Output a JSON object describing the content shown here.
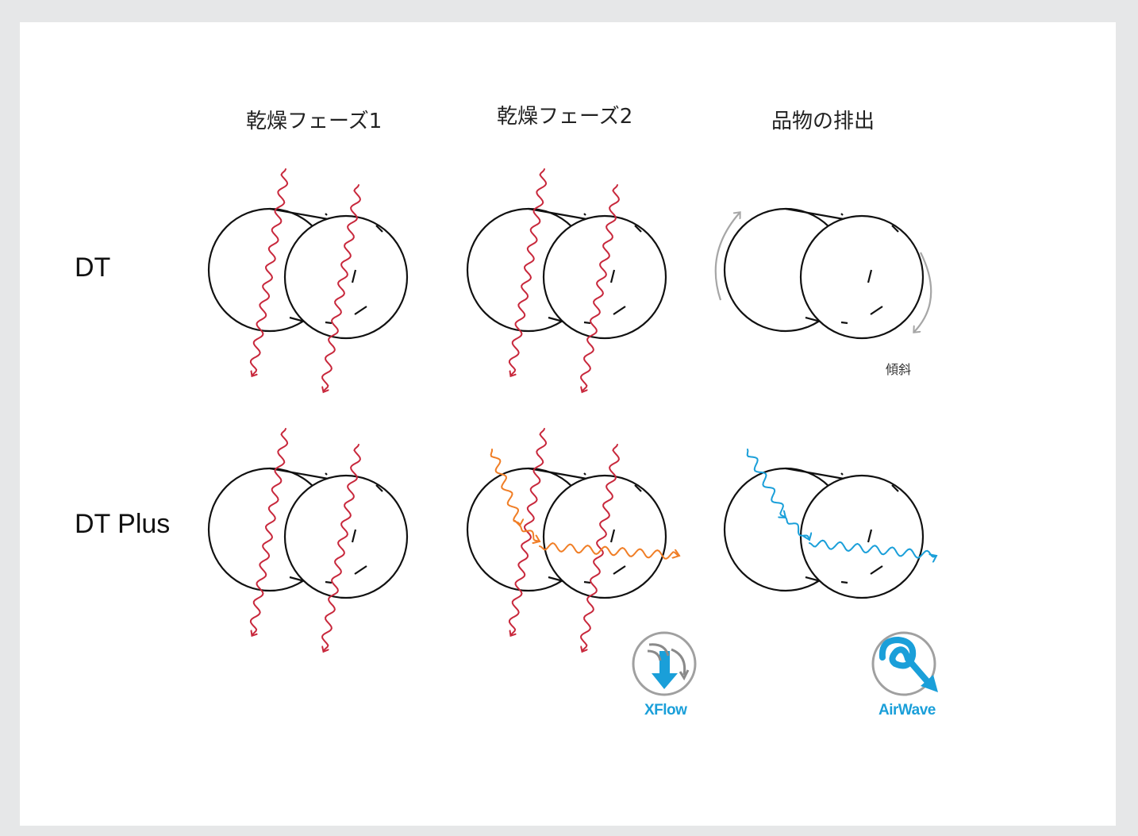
{
  "columns": [
    "乾燥フェーズ1",
    "乾燥フェーズ2",
    "品物の排出"
  ],
  "rows": [
    "DT",
    "DT Plus"
  ],
  "tilt_label": "傾斜",
  "badges": {
    "xflow": {
      "label": "XFlow",
      "icon": "xflow-icon"
    },
    "airwave": {
      "label": "AirWave",
      "icon": "airwave-icon"
    }
  },
  "colors": {
    "heat": "#c8283c",
    "xflow_air": "#f07e26",
    "airwave_air": "#1a9fd9",
    "tumble_arrow": "#a6a6a6",
    "outline": "#111111"
  }
}
